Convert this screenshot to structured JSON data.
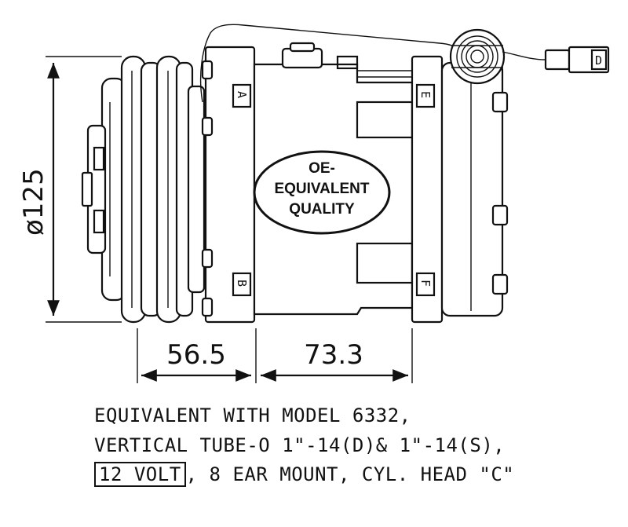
{
  "dimensions": {
    "diameter": "ø125",
    "pulley_width": "56.5",
    "body_length": "73.3"
  },
  "flange_labels": {
    "top_left": "A",
    "bottom_left": "B",
    "top_right": "E",
    "bottom_right": "F",
    "connector": "D"
  },
  "badge": {
    "line1": "OE-",
    "line2": "EQUIVALENT",
    "line3": "QUALITY"
  },
  "spec": {
    "line1": "EQUIVALENT WITH MODEL 6332,",
    "line2": "VERTICAL TUBE-O 1\"-14(D)& 1\"-14(S),",
    "line3_boxed": "12 VOLT",
    "line3_rest": ", 8 EAR MOUNT, CYL. HEAD \"C\""
  }
}
